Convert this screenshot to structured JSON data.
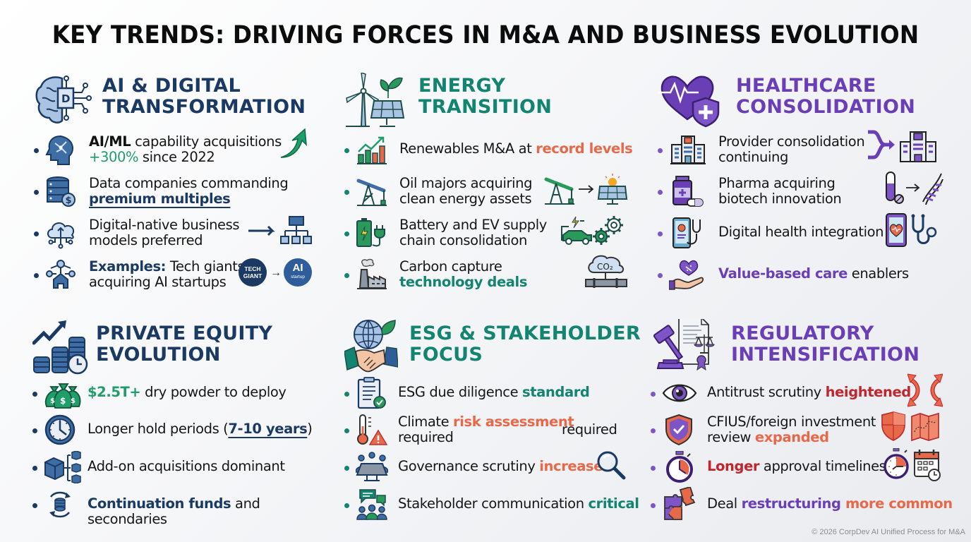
{
  "title": "KEY TRENDS: DRIVING FORCES IN M&A AND BUSINESS EVOLUTION",
  "colors": {
    "navy": "#1b3a63",
    "teal": "#13846f",
    "purple": "#6a3fb5",
    "green": "#1f9e6a",
    "orange": "#e8694a",
    "red": "#c0262d",
    "background": "#f3f4f6"
  },
  "panels": [
    {
      "id": "ai",
      "title_line1": "AI & DIGITAL",
      "title_line2": "TRANSFORMATION",
      "icon": "brain-circuit-icon",
      "items": [
        {
          "icon": "ai-head-icon",
          "pre": "",
          "hl": "AI/ML",
          "mid": " capability acquisitions",
          "line2_hl": "+300%",
          "line2": " since 2022",
          "aside": "green-up-arrow-icon"
        },
        {
          "icon": "database-dollar-icon",
          "line1": "Data companies commanding",
          "line2_hl": "premium multiples",
          "aside": ""
        },
        {
          "icon": "cloud-network-icon",
          "line1": "Digital-native business",
          "line2": "models preferred",
          "aside": "arrow-to-org-chart-icon"
        },
        {
          "icon": "network-hierarchy-icon",
          "hl": "Examples:",
          "mid": " Tech giants",
          "line2": "acquiring AI startups",
          "aside": "tech-giant-to-ai-startup-icon",
          "badge1": "TECH GIANT",
          "badge2_top": "AI",
          "badge2_bottom": "startup"
        }
      ]
    },
    {
      "id": "energy",
      "title_line1": "ENERGY",
      "title_line2": "TRANSITION",
      "icon": "wind-solar-icon",
      "items": [
        {
          "icon": "growth-chart-icon",
          "line1": "Renewables M&A at ",
          "hl": "record levels"
        },
        {
          "icon": "oil-pump-icon",
          "line1": "Oil majors acquiring",
          "line2": "clean energy assets",
          "aside": "oil-to-solar-icon"
        },
        {
          "icon": "battery-plug-icon",
          "line1": "Battery and EV supply",
          "line2": "chain consolidation",
          "aside": "ev-gears-icon"
        },
        {
          "icon": "factory-icon",
          "line1": "Carbon capture",
          "line2_hl": "technology deals",
          "aside": "co2-pipeline-icon",
          "co2": "CO₂"
        }
      ]
    },
    {
      "id": "health",
      "title_line1": "HEALTHCARE",
      "title_line2": "CONSOLIDATION",
      "icon": "heart-shield-icon",
      "items": [
        {
          "icon": "hospital-icon",
          "line1": "Provider consolidation",
          "line2": "continuing",
          "aside": "merge-to-hospital-icon"
        },
        {
          "icon": "pill-bottle-icon",
          "line1": "Pharma acquiring",
          "line2": "biotech innovation",
          "aside": "test-tube-dna-icon"
        },
        {
          "icon": "phone-stethoscope-icon",
          "line1": "Digital health integration",
          "aside": "phone-heart-stethoscope-icon"
        },
        {
          "icon": "hand-heart-icon",
          "hl": "Value-based care",
          "mid": " enablers"
        }
      ]
    },
    {
      "id": "pe",
      "title_line1": "PRIVATE EQUITY",
      "title_line2": "EVOLUTION",
      "icon": "coins-growth-icon",
      "items": [
        {
          "icon": "money-bags-icon",
          "hl": "$2.5T+",
          "mid": " dry powder to deploy"
        },
        {
          "icon": "clock-icon",
          "line1": "Longer hold periods (",
          "hl": "7-10 years",
          "tail": ")"
        },
        {
          "icon": "cubes-icon",
          "line1": "Add-on acquisitions dominant"
        },
        {
          "icon": "cycle-coins-icon",
          "hl": "Continuation funds",
          "mid": " and secondaries"
        }
      ]
    },
    {
      "id": "esg",
      "title_line1": "ESG & STAKEHOLDER",
      "title_line2": "FOCUS",
      "icon": "globe-handshake-icon",
      "items": [
        {
          "icon": "clipboard-check-icon",
          "line1": "ESG due diligence ",
          "hl": "standard"
        },
        {
          "icon": "thermometer-warning-icon",
          "line1": "Climate ",
          "hl": "risk assessment",
          "tail": " required",
          "line2": "required"
        },
        {
          "icon": "boardroom-icon",
          "line1": "Governance scrutiny ",
          "hl": "increased",
          "aside": "magnifier-icon"
        },
        {
          "icon": "stakeholder-chat-icon",
          "line1": "Stakeholder communication ",
          "hl": "critical"
        }
      ]
    },
    {
      "id": "reg",
      "title_line1": "REGULATORY",
      "title_line2": "INTENSIFICATION",
      "icon": "gavel-document-icon",
      "items": [
        {
          "icon": "eye-icon",
          "line1": "Antitrust scrutiny ",
          "hl": "heightened",
          "aside": "opposing-arrows-icon"
        },
        {
          "icon": "shield-check-icon",
          "line1": "CFIUS/foreign investment",
          "line2": "review ",
          "line2_hl": "expanded",
          "aside": "shield-map-icon"
        },
        {
          "icon": "stopwatch-icon",
          "hl": "Longer",
          "mid": " approval timelines",
          "aside": "stopwatch-calendar-icon"
        },
        {
          "icon": "puzzle-icon",
          "line1": "Deal ",
          "hl": "restructuring",
          "hl2": " more common"
        }
      ]
    }
  ],
  "footer": "© 2026 CorpDev AI Unified Process for M&A"
}
